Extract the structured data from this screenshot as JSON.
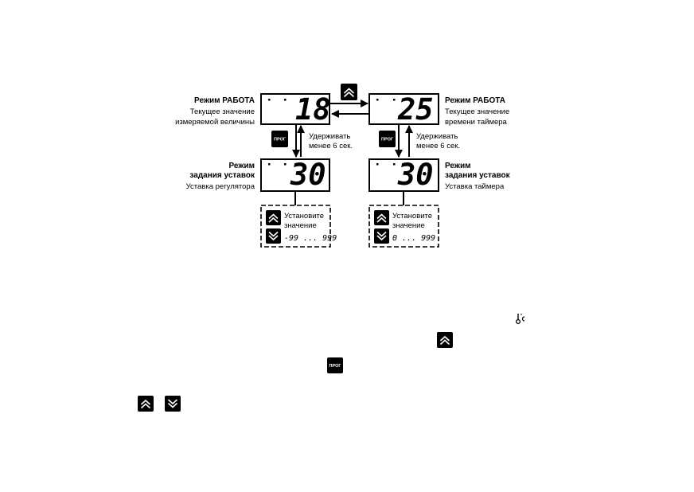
{
  "left": {
    "work_title": "Режим РАБОТА",
    "work_desc_1": "Текущее значение",
    "work_desc_2": "измеряемой величины",
    "work_value": "18",
    "set_title_1": "Режим",
    "set_title_2": "задания уставок",
    "set_desc": "Уставка регулятора",
    "set_value": "30",
    "hold_1": "Удерживать",
    "hold_2": "менее 6 сек.",
    "box_line_1": "Установите",
    "box_line_2": "значение",
    "box_range": "-99 ... 999"
  },
  "right": {
    "work_title": "Режим РАБОТА",
    "work_desc_1": "Текущее значение",
    "work_desc_2": "времени таймера",
    "work_value": "25",
    "set_title_1": "Режим",
    "set_title_2": "задания уставок",
    "set_desc": "Уставка таймера",
    "set_value": "30",
    "hold_1": "Удерживать",
    "hold_2": "менее 6 сек.",
    "box_line_1": "Установите",
    "box_line_2": "значение",
    "box_range": "0 ... 999"
  },
  "prog_label": "ПРОГ",
  "icons": {
    "up": "double-chevron-up-icon",
    "down": "double-chevron-down-icon",
    "thermo": "thermometer-celsius-icon"
  }
}
